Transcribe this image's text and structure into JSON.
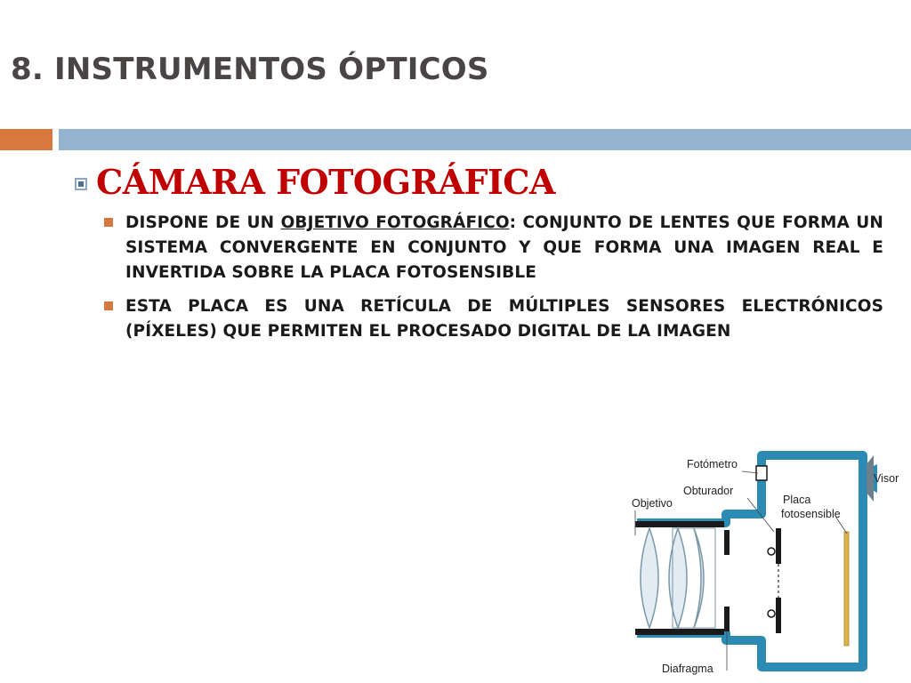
{
  "slide": {
    "title": "8. INSTRUMENTOS ÓPTICOS",
    "heading": "CÁMARA FOTOGRÁFICA",
    "bullets": [
      {
        "before": "DISPONE DE UN ",
        "underlined": "OBJETIVO FOTOGRÁFICO",
        "after": ": CONJUNTO DE LENTES QUE FORMA UN SISTEMA CONVERGENTE EN CONJUNTO Y QUE FORMA UNA IMAGEN REAL E INVERTIDA SOBRE LA PLACA FOTOSENSIBLE"
      },
      {
        "text": "ESTA PLACA ES UNA RETÍCULA DE MÚLTIPLES SENSORES ELECTRÓNICOS (PÍXELES) QUE PERMITEN EL PROCESADO DIGITAL DE LA IMAGEN"
      }
    ]
  },
  "diagram": {
    "labels": {
      "fotometro": "Fotómetro",
      "visor": "Visor",
      "obturador": "Obturador",
      "objetivo": "Objetivo",
      "placa_1": "Placa",
      "placa_2": "fotosensible",
      "diafragma": "Diafragma"
    }
  },
  "colors": {
    "title": "#4a4545",
    "heading": "#c00000",
    "accent_orange": "#d7783f",
    "accent_blue": "#93b3cf",
    "camera_body": "#2b8bb5"
  }
}
